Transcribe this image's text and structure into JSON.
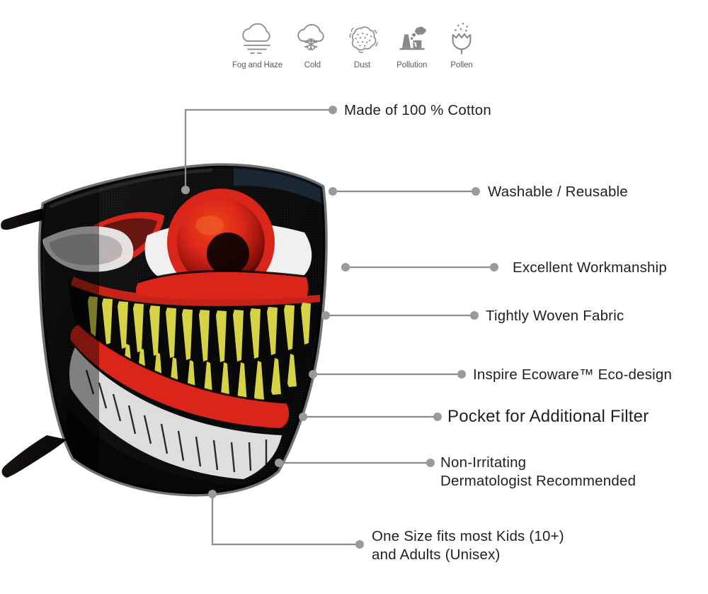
{
  "protection_icons": {
    "items": [
      {
        "label": "Fog and Haze",
        "icon": "fog-and-haze-icon"
      },
      {
        "label": "Cold",
        "icon": "cold-snowflake-cloud-icon"
      },
      {
        "label": "Dust",
        "icon": "dust-cloud-icon"
      },
      {
        "label": "Pollution",
        "icon": "pollution-factory-icon"
      },
      {
        "label": "Pollen",
        "icon": "pollen-flower-icon"
      }
    ]
  },
  "product": {
    "name": "evil-clown-face-mask",
    "colors": {
      "fabric_black": "#111111",
      "accent_red": "#e8291c",
      "teeth_yellow": "#e3e04a",
      "highlight_white": "#ffffff",
      "brow_navy": "#1d2b3a"
    }
  },
  "callouts": [
    {
      "id": "made-of-cotton",
      "text": "Made of 100 % Cotton",
      "size": "sz-m"
    },
    {
      "id": "washable-reusable",
      "text": "Washable / Reusable",
      "size": "sz-m"
    },
    {
      "id": "excellent-workmanship",
      "text": "Excellent Workmanship",
      "size": "sz-m"
    },
    {
      "id": "tightly-woven-fabric",
      "text": "Tightly Woven Fabric",
      "size": "sz-m"
    },
    {
      "id": "inspire-ecoware",
      "text": "Inspire Ecoware™  Eco-design",
      "size": "sz-m"
    },
    {
      "id": "pocket-filter",
      "text": "Pocket for Additional Filter",
      "size": "sz-l"
    },
    {
      "id": "non-irritating",
      "text": "Non-Irritating\nDermatologist Recommended",
      "size": "sz-m"
    },
    {
      "id": "one-size",
      "text": "One Size fits most Kids (10+)\nand Adults (Unisex)",
      "size": "sz-m"
    }
  ],
  "style": {
    "leader_color": "#8c8c8c",
    "text_color": "#231f20",
    "icon_color": "#8a8a8a",
    "icon_label_color": "#5c5c5c",
    "background": "#ffffff"
  }
}
